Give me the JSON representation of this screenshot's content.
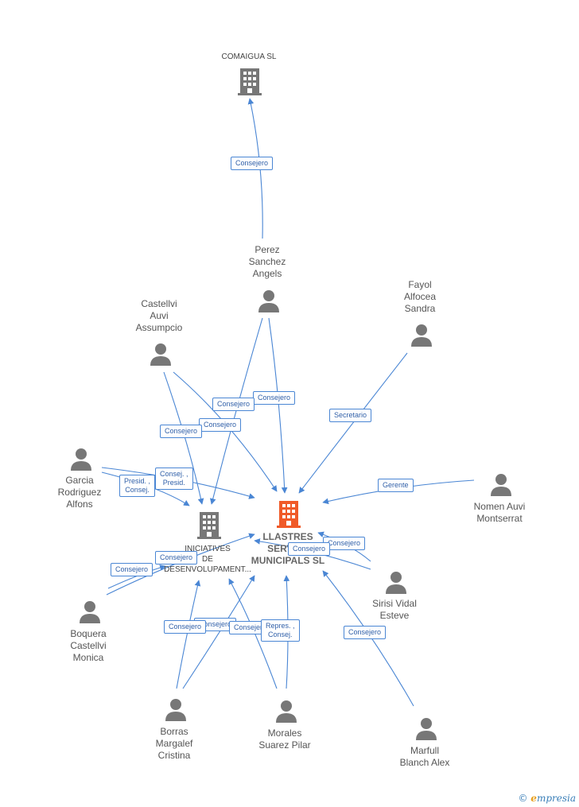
{
  "companies": {
    "comaigua": {
      "name": "COMAIGUA  SL"
    },
    "iniciatives": {
      "line1": "INICIATIVES",
      "line2": "DE",
      "line3": "DESENVOLUPAMENT..."
    },
    "llastres": {
      "line1": "LLASTRES",
      "line2": "SERVEIS",
      "line3": "MUNICIPALS SL"
    }
  },
  "persons": {
    "perez": {
      "l1": "Perez",
      "l2": "Sanchez",
      "l3": "Angels"
    },
    "fayol": {
      "l1": "Fayol",
      "l2": "Alfocea",
      "l3": "Sandra"
    },
    "castellvi": {
      "l1": "Castellvi",
      "l2": "Auvi",
      "l3": "Assumpcio"
    },
    "garcia": {
      "l1": "Garcia",
      "l2": "Rodriguez",
      "l3": "Alfons"
    },
    "nomen": {
      "l1": "Nomen Auvi",
      "l2": "Montserrat"
    },
    "sirisi": {
      "l1": "Sirisi Vidal",
      "l2": "Esteve"
    },
    "boquera": {
      "l1": "Boquera",
      "l2": "Castellvi",
      "l3": "Monica"
    },
    "borras": {
      "l1": "Borras",
      "l2": "Margalef",
      "l3": "Cristina"
    },
    "morales": {
      "l1": "Morales",
      "l2": "Suarez Pilar"
    },
    "marfull": {
      "l1": "Marfull",
      "l2": "Blanch Alex"
    }
  },
  "edge_labels": {
    "e1": "Consejero",
    "e2": "Consejero",
    "e3": "Consejero",
    "e4": "Secretario",
    "e5": "Consejero",
    "e6": "Consejero",
    "e7a": "Consej. ,",
    "e7b": "Presid.",
    "e8a": "Presid. ,",
    "e8b": "Consej.",
    "e9": "Gerente",
    "e10": "Consejero",
    "e11": "Consejero",
    "e12": "Consejero",
    "e13": "Consejero",
    "e14": "Consejero",
    "e15": "Consejero",
    "e16": "Consejero",
    "e17a": "Repres. ,",
    "e17b": "Consej.",
    "e18": "Consejero"
  },
  "brand": {
    "copyright": "©",
    "initial": "e",
    "rest": "mpresia"
  },
  "colors": {
    "edge": "#4a86d4",
    "main_company": "#f05a28",
    "node": "#777777"
  }
}
